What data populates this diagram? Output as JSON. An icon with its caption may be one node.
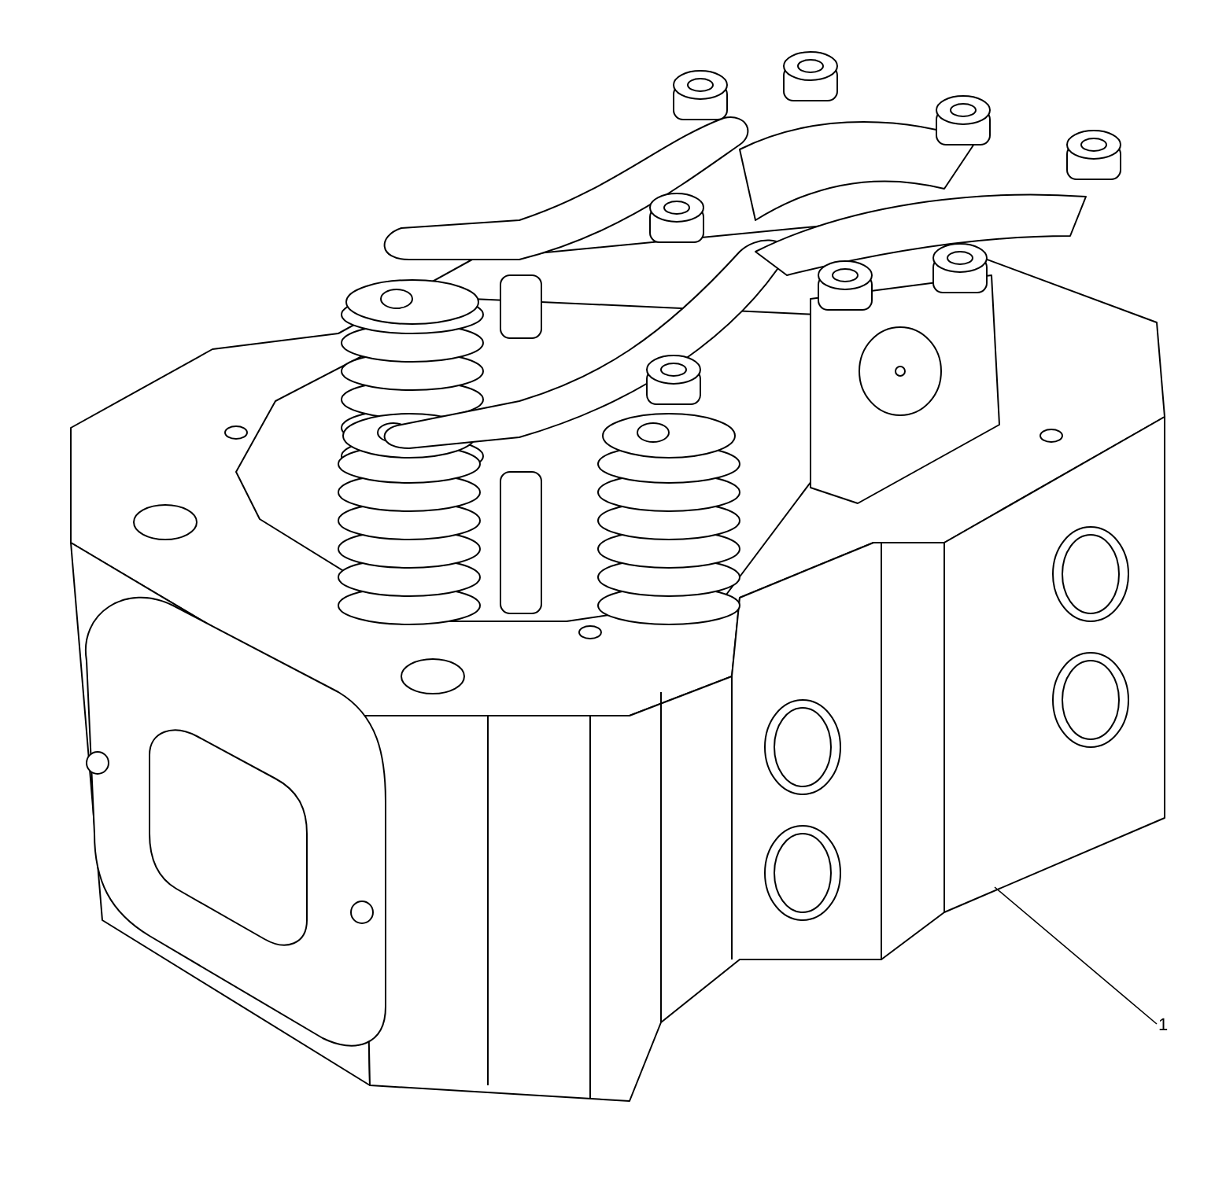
{
  "diagram": {
    "nodes": [
      {
        "text": [
          "1"
        ]
      },
      {
        "text": [],
        "shape": "picture"
      }
    ],
    "edges": [
      {
        "from": 0,
        "to": 1,
        "arrow": "none"
      }
    ]
  }
}
